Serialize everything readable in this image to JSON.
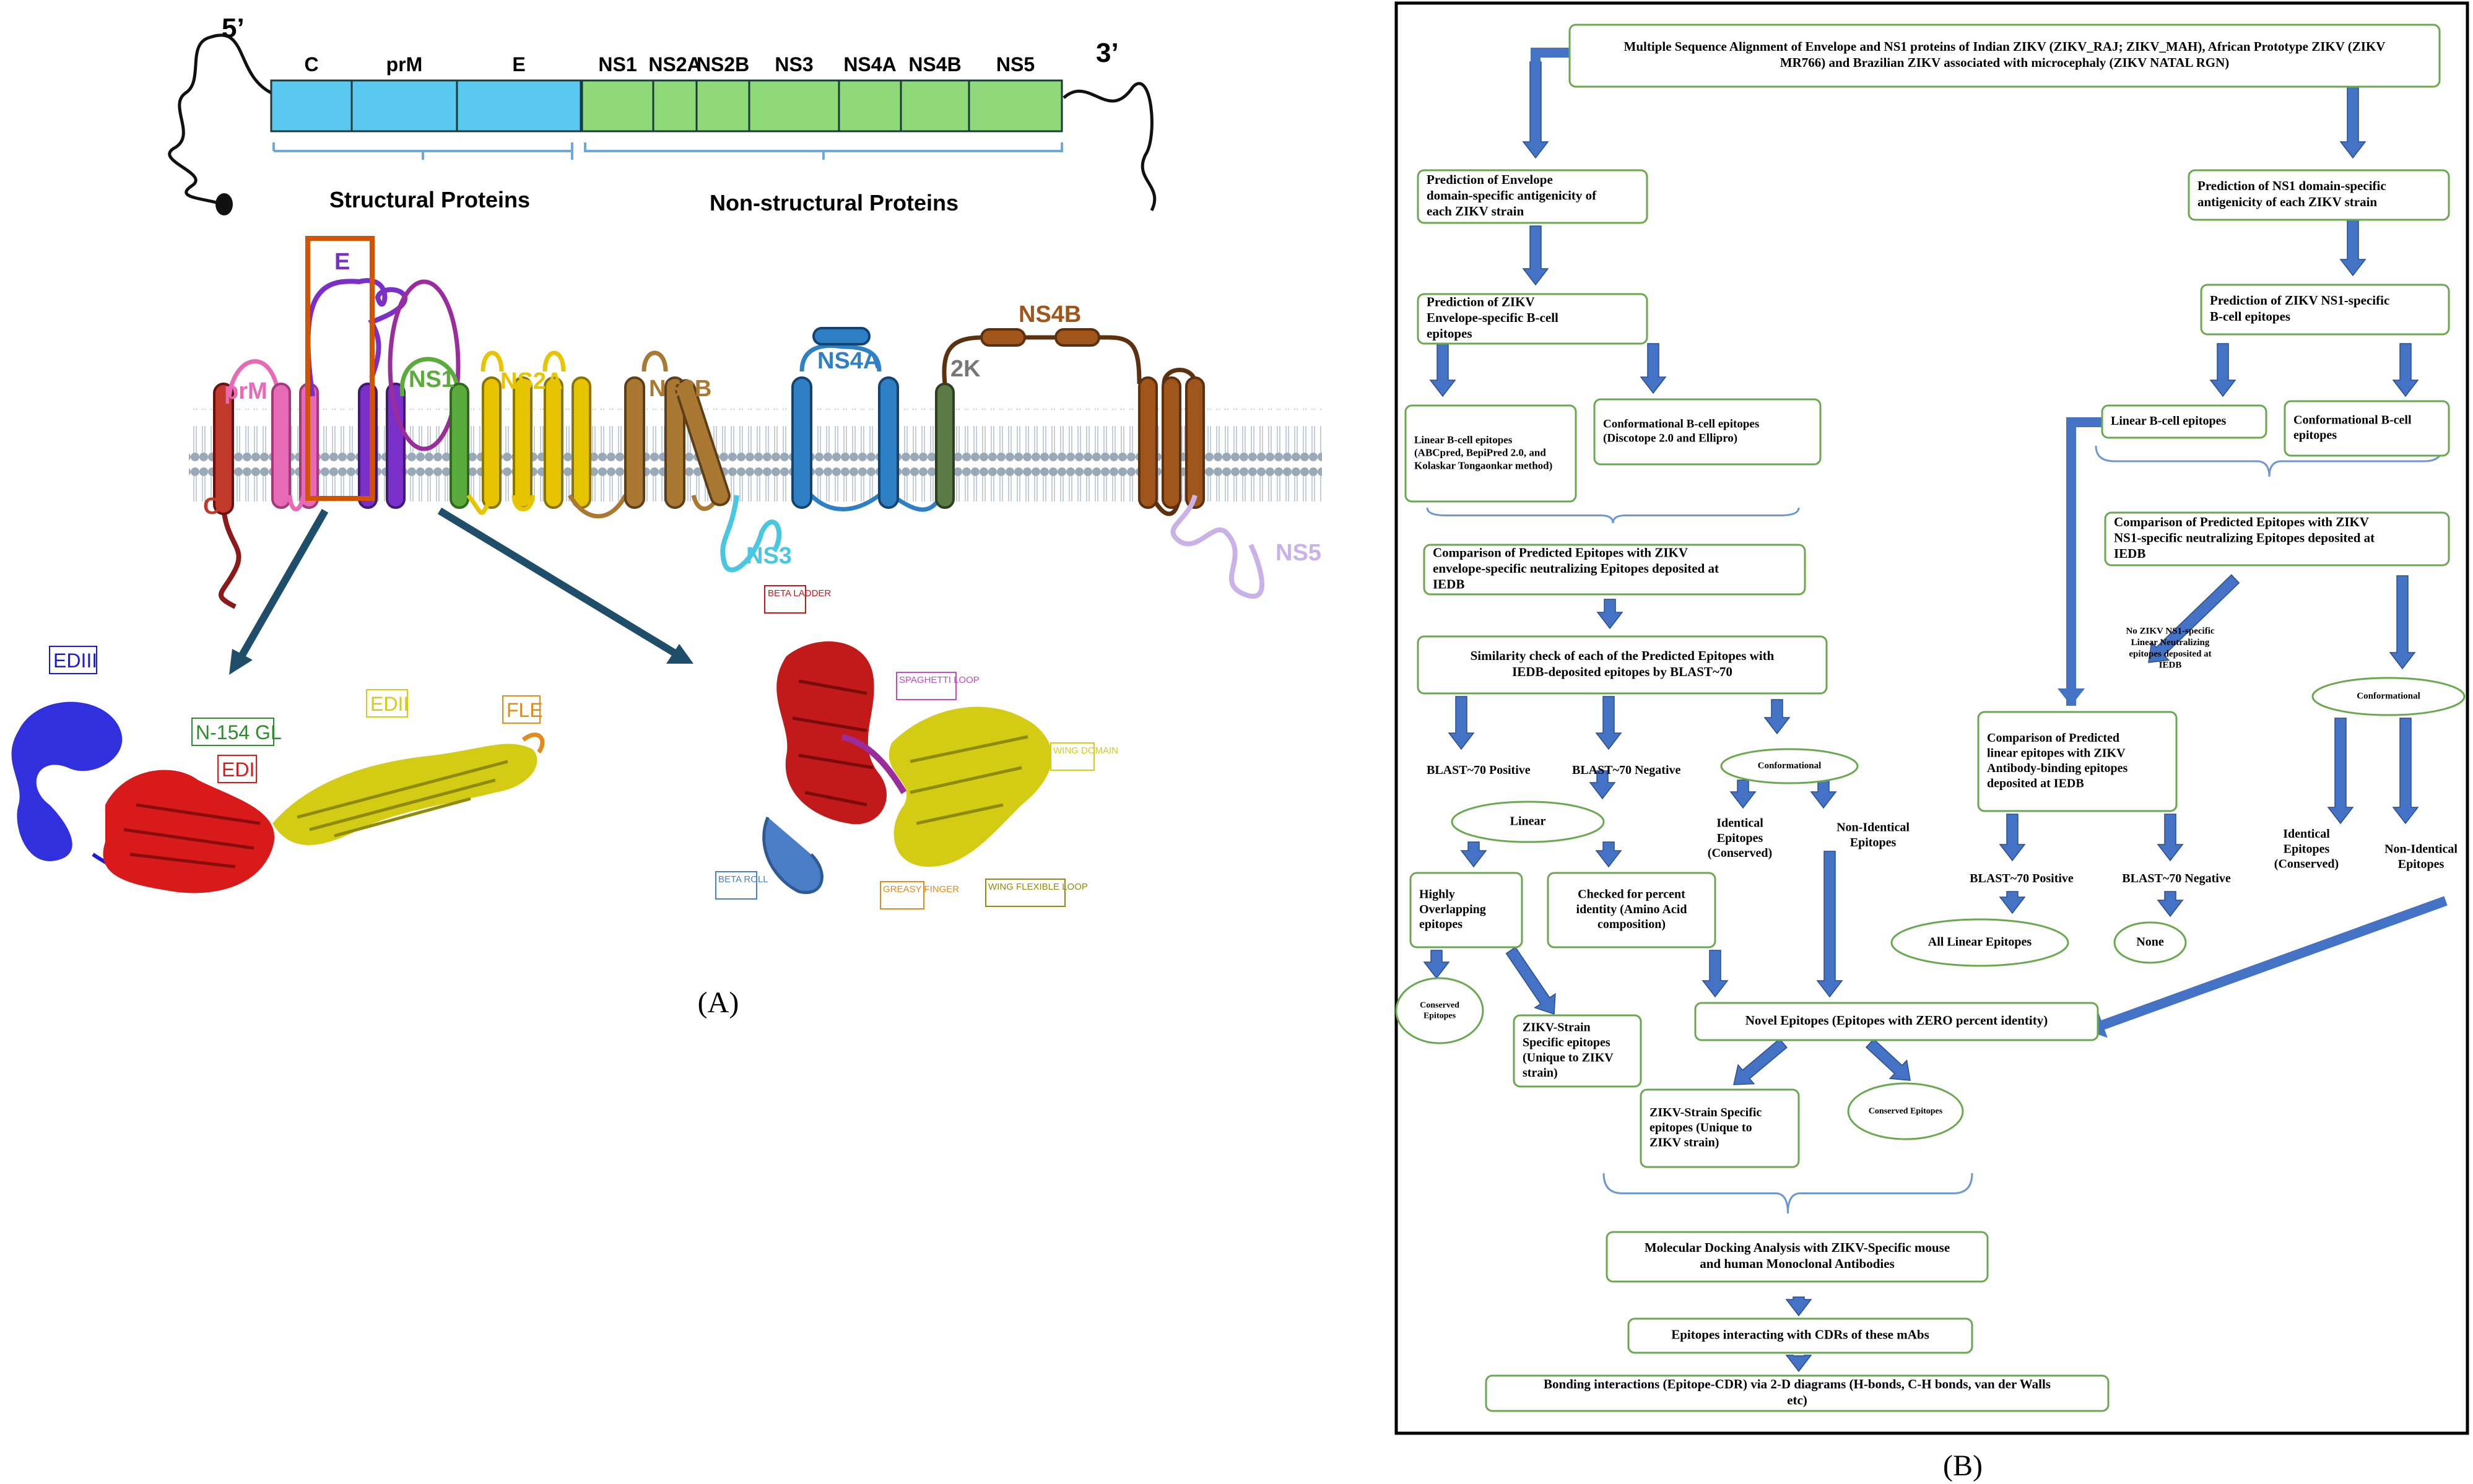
{
  "panel_a": {
    "genome": {
      "five_prime": "5’",
      "three_prime": "3’",
      "structural_segments": [
        "C",
        "prM",
        "E"
      ],
      "nonstructural_segments": [
        "NS1",
        "NS2A",
        "NS2B",
        "NS3",
        "NS4A",
        "NS4B",
        "NS5"
      ],
      "structural_label": "Structural Proteins",
      "nonstructural_label": "Non-structural Proteins"
    },
    "membrane": {
      "proteins": [
        {
          "label": "C",
          "color": "#c0392b"
        },
        {
          "label": "prM",
          "color": "#e86ab6"
        },
        {
          "label": "E",
          "color": "#7b2fc9"
        },
        {
          "label": "NS1",
          "color": "#5aaa3c"
        },
        {
          "label": "NS2A",
          "color": "#e6c400"
        },
        {
          "label": "NS2B",
          "color": "#a97832"
        },
        {
          "label": "NS3",
          "color": "#4ac7e0"
        },
        {
          "label": "NS4A",
          "color": "#2e7fc4"
        },
        {
          "label": "2K",
          "color": "#777777"
        },
        {
          "label": "NS4B",
          "color": "#a0551a"
        },
        {
          "label": "NS5",
          "color": "#c9b2e6"
        }
      ]
    },
    "env_structure_labels": [
      "EDIII",
      "N-154 GL",
      "EDI",
      "EDII",
      "FLE"
    ],
    "ns1_structure_labels": [
      "BETA LADDER",
      "SPAGHETTI LOOP",
      "WING DOMAIN",
      "BETA ROLL",
      "GREASY FINGER",
      "WING FLEXIBLE LOOP"
    ],
    "caption": "(A)"
  },
  "panel_b": {
    "nodes": {
      "top": "Multiple Sequence Alignment of Envelope and NS1 proteins of Indian ZIKV (ZIKV_RAJ; ZIKV_MAH), African Prototype ZIKV (ZIKV MR766) and Brazilian ZIKV associated with microcephaly (ZIKV NATAL RGN)",
      "env_antigenicity": "Prediction of Envelope domain-specific antigenicity of each ZIKV strain",
      "ns1_antigenicity": "Prediction of NS1 domain-specific antigenicity of each ZIKV strain",
      "env_bcell": "Prediction of ZIKV Envelope-specific B-cell epitopes",
      "ns1_bcell": "Prediction of ZIKV NS1-specific B-cell epitopes",
      "env_linear": "Linear B-cell epitopes (ABCpred, BepiPred 2.0, and Kolaskar Tongaonkar method)",
      "env_conf": "Conformational B-cell epitopes (Discotope 2.0 and Ellipro)",
      "ns1_linear": "Linear B-cell epitopes",
      "ns1_conf": "Conformational B-cell epitopes",
      "env_compare": "Comparison of Predicted Epitopes with ZIKV envelope-specific neutralizing Epitopes deposited at IEDB",
      "ns1_compare": "Comparison of Predicted Epitopes with ZIKV NS1-specific neutralizing Epitopes deposited at IEDB",
      "similarity": "Similarity check of each of the Predicted Epitopes with IEDB-deposited epitopes by BLAST~70",
      "no_ns1_note": "No ZIKV NS1-specific Linear Neutralizing epitopes deposited at IEDB",
      "ns1_linear_compare": "Comparison of Predicted linear epitopes with ZIKV Antibody-binding epitopes deposited at IEDB",
      "blast_pos": "BLAST~70 Positive",
      "blast_neg": "BLAST~70 Negative",
      "conformational_small": "Conformational",
      "conformational_ns1": "Conformational",
      "linear_oval": "Linear",
      "identical_conserved": "Identical Epitopes (Conserved)",
      "non_identical": "Non-Identical Epitopes",
      "highly_overlapping": "Highly Overlapping epitopes",
      "checked_percent": "Checked for percent identity (Amino Acid composition)",
      "ns1_blast_pos": "BLAST~70 Positive",
      "ns1_blast_neg": "BLAST~70 Negative",
      "ns1_identical": "Identical Epitopes (Conserved)",
      "ns1_non_identical": "Non-Identical Epitopes",
      "all_linear": "All Linear Epitopes",
      "none": "None",
      "conserved_epitopes_1": "Conserved Epitopes",
      "strain_specific_1": "ZIKV-Strain Specific epitopes (Unique to ZIKV strain)",
      "novel": "Novel Epitopes (Epitopes with ZERO percent identity)",
      "strain_specific_2": "ZIKV-Strain Specific epitopes (Unique to ZIKV strain)",
      "conserved_epitopes_2": "Conserved Epitopes",
      "docking": "Molecular Docking Analysis with ZIKV-Specific mouse and human Monoclonal Antibodies",
      "cdr": "Epitopes interacting with CDRs of these mAbs",
      "bonding": "Bonding interactions (Epitope-CDR) via 2-D diagrams (H-bonds, C-H bonds, van der Walls etc)"
    },
    "caption": "(B)",
    "box_color": "#6aa84f",
    "arrow_color": "#4472c4"
  }
}
